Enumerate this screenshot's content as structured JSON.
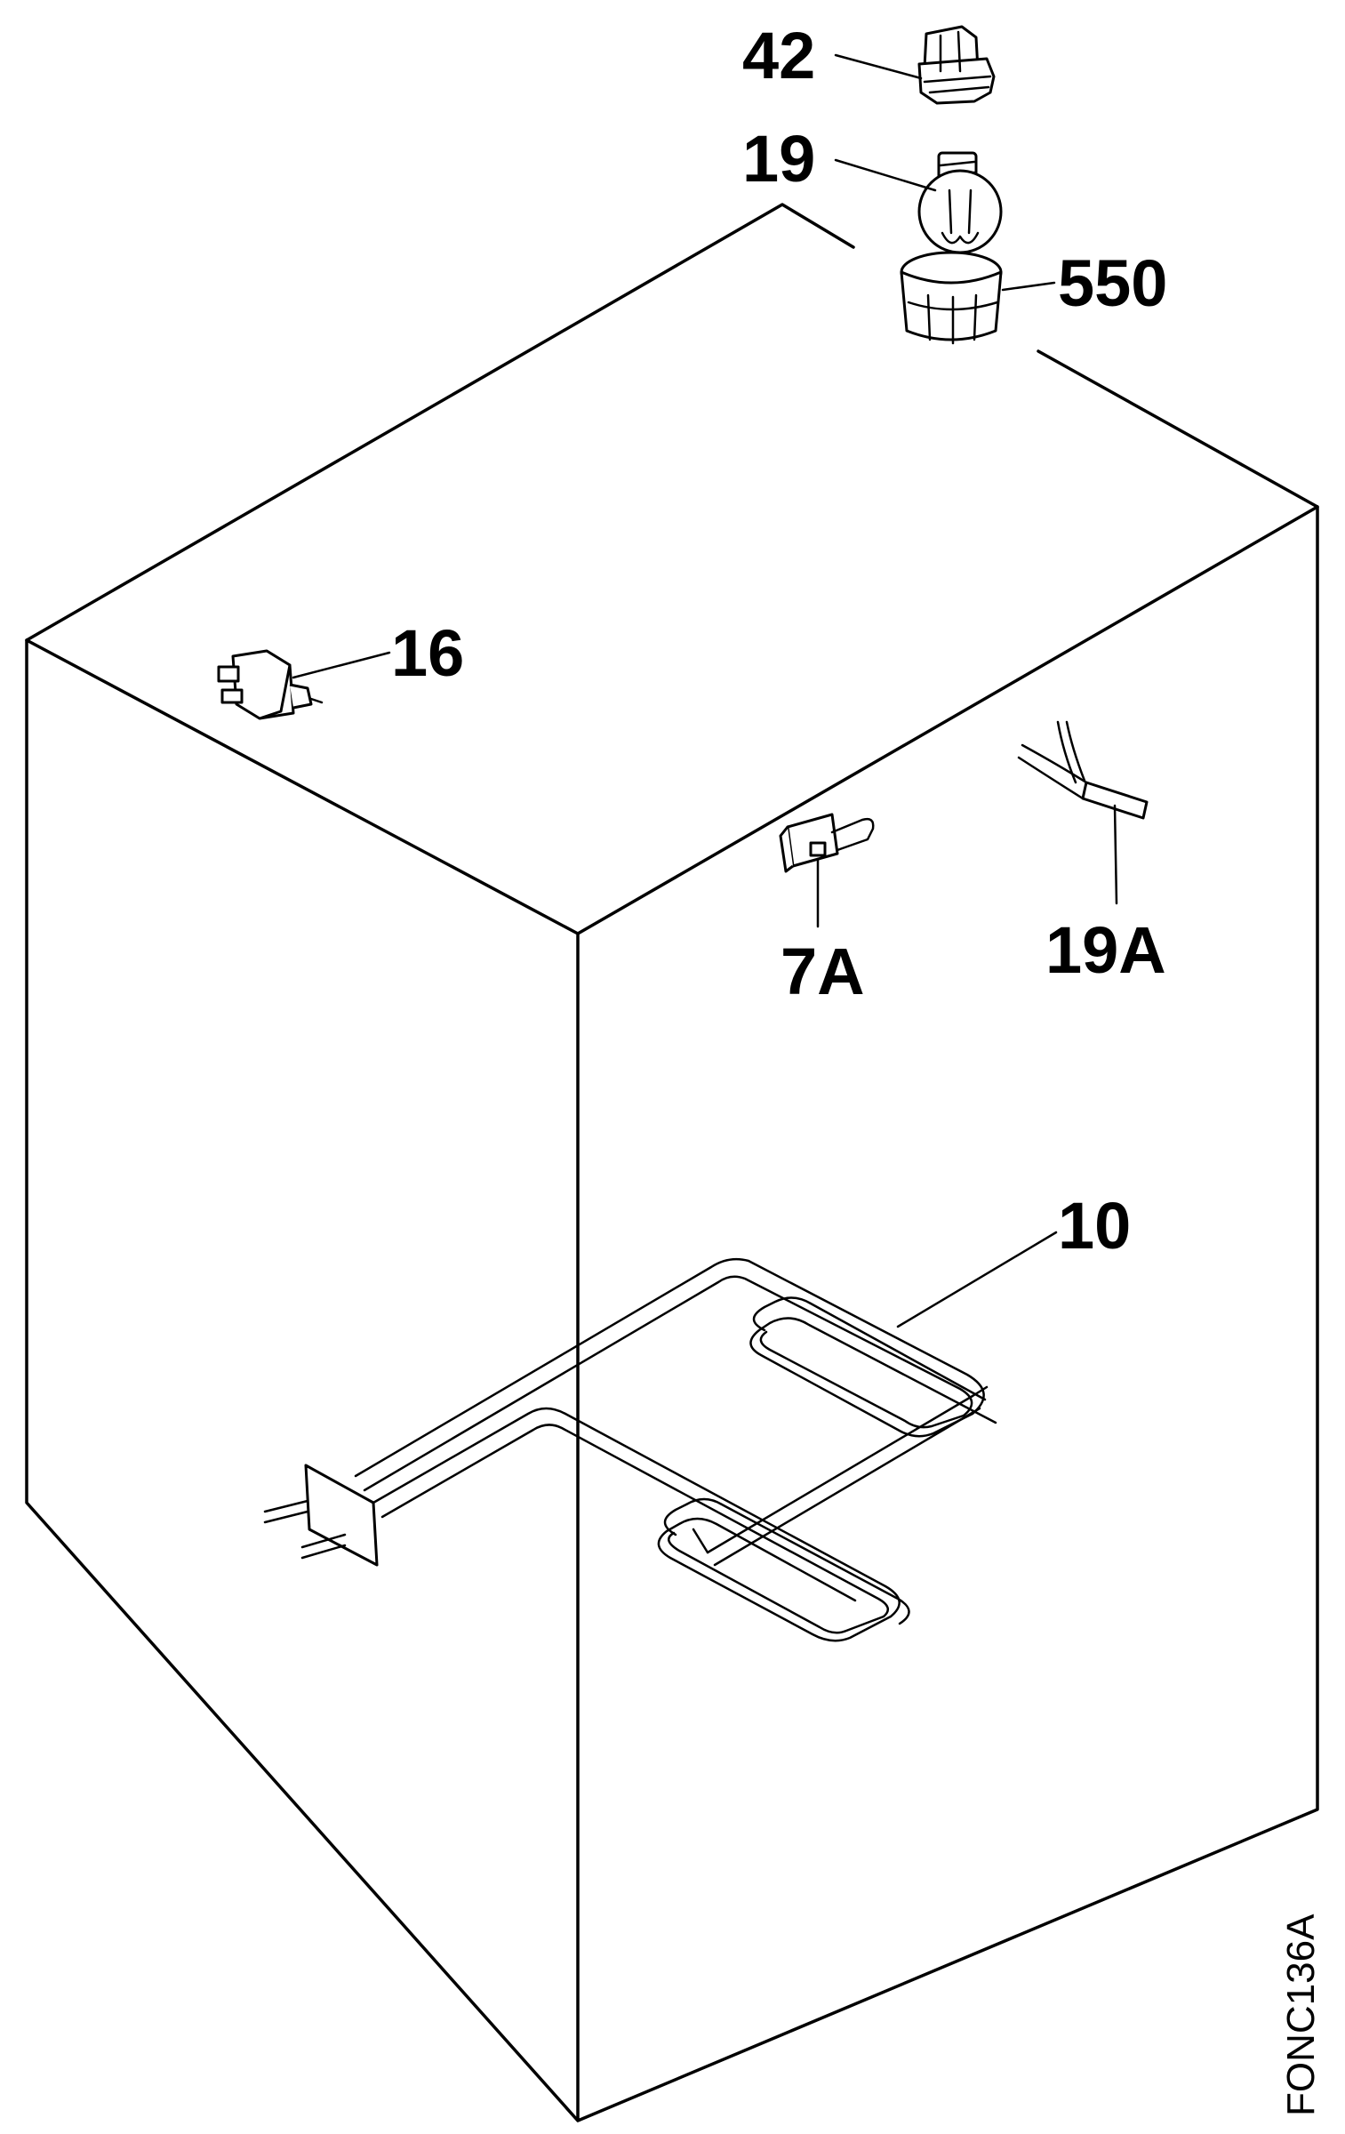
{
  "labels": {
    "p42": "42",
    "p19": "19",
    "p550": "550",
    "p16": "16",
    "p7A": "7A",
    "p19A": "19A",
    "p10": "10"
  },
  "drawing_code": "FONC136A"
}
